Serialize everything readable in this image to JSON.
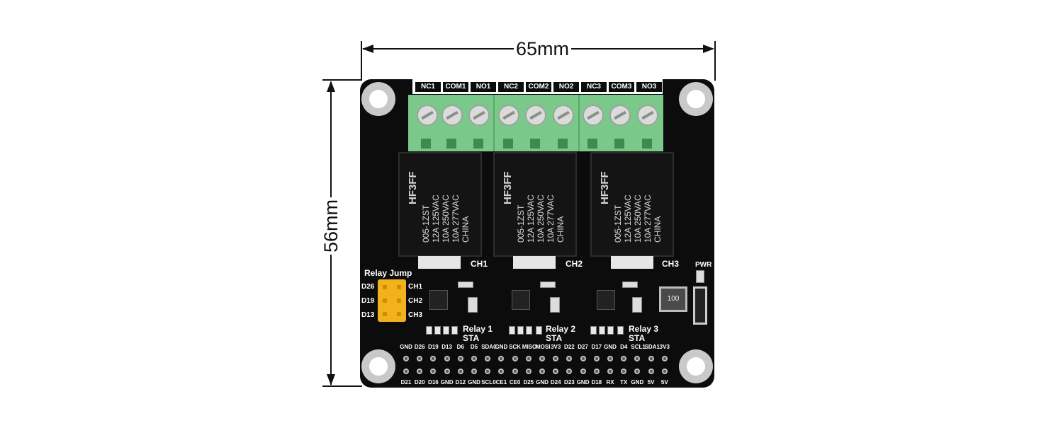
{
  "dimensions": {
    "width_label": "65mm",
    "height_label": "56mm"
  },
  "terminals": [
    "NC1",
    "COM1",
    "NO1",
    "NC2",
    "COM2",
    "NO2",
    "NC3",
    "COM3",
    "NO3"
  ],
  "relays": [
    {
      "model": "HF3FF",
      "text": [
        "005-1ZST",
        "12A 125VAC",
        "10A 250VAC",
        "10A 277VAC",
        "CHINA"
      ],
      "channel": "CH1"
    },
    {
      "model": "HF3FF",
      "text": [
        "005-1ZST",
        "12A 125VAC",
        "10A 250VAC",
        "10A 277VAC",
        "CHINA"
      ],
      "channel": "CH2"
    },
    {
      "model": "HF3FF",
      "text": [
        "005-1ZST",
        "12A 125VAC",
        "10A 250VAC",
        "10A 277VAC",
        "CHINA"
      ],
      "channel": "CH3"
    }
  ],
  "relay_jump": {
    "title": "Relay Jump",
    "left": [
      "D26",
      "D19",
      "D13"
    ],
    "right": [
      "CH1",
      "CH2",
      "CH3"
    ]
  },
  "status": [
    {
      "name": "Relay 1",
      "sta": "STA"
    },
    {
      "name": "Relay 2",
      "sta": "STA"
    },
    {
      "name": "Relay 3",
      "sta": "STA"
    }
  ],
  "pwr_label": "PWR",
  "inductor_label": "100",
  "header_top": [
    "GND",
    "D26",
    "D19",
    "D13",
    "D6",
    "D5",
    "SDA0",
    "GND",
    "SCK",
    "MISO",
    "MOSI",
    "3V3",
    "D22",
    "D27",
    "D17",
    "GND",
    "D4",
    "SCL1",
    "SDA1",
    "3V3"
  ],
  "header_bottom": [
    "D21",
    "D20",
    "D16",
    "GND",
    "D12",
    "GND",
    "SCL0",
    "CE1",
    "CE0",
    "D25",
    "GND",
    "D24",
    "D23",
    "GND",
    "D18",
    "RX",
    "TX",
    "GND",
    "5V",
    "5V"
  ],
  "colors": {
    "board": "#0c0c0c",
    "terminal": "#7bc98a",
    "jumper": "#f2b21c"
  }
}
